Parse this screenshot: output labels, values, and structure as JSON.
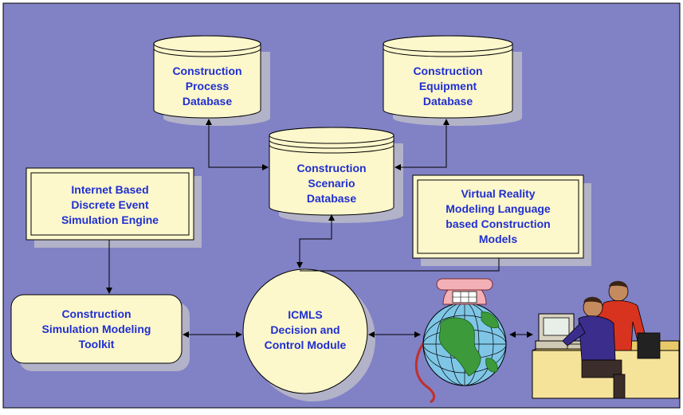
{
  "colors": {
    "background": "#8181c6",
    "node_fill": "#fdf7cc",
    "node_stroke": "#000000",
    "shadow": "#b2b2c8",
    "label_text": "#1f2fd0",
    "connector": "#000000"
  },
  "nodes": {
    "process_db": {
      "lines": [
        "Construction",
        "Process",
        "Database"
      ]
    },
    "equipment_db": {
      "lines": [
        "Construction",
        "Equipment",
        "Database"
      ]
    },
    "scenario_db": {
      "lines": [
        "Construction",
        "Scenario",
        "Database"
      ]
    },
    "sim_engine": {
      "lines": [
        "Internet Based",
        "Discrete Event",
        "Simulation Engine"
      ]
    },
    "vrml_models": {
      "lines": [
        "Virtual Reality",
        "Modeling Language",
        "based Construction",
        "Models"
      ]
    },
    "toolkit": {
      "lines": [
        "Construction",
        "Simulation Modeling",
        "Toolkit"
      ]
    },
    "icmls": {
      "lines": [
        "ICMLS",
        "Decision and",
        "Control Module"
      ]
    }
  },
  "illustrations": {
    "globe": "globe-telephone-icon",
    "users": "computer-users-icon"
  }
}
